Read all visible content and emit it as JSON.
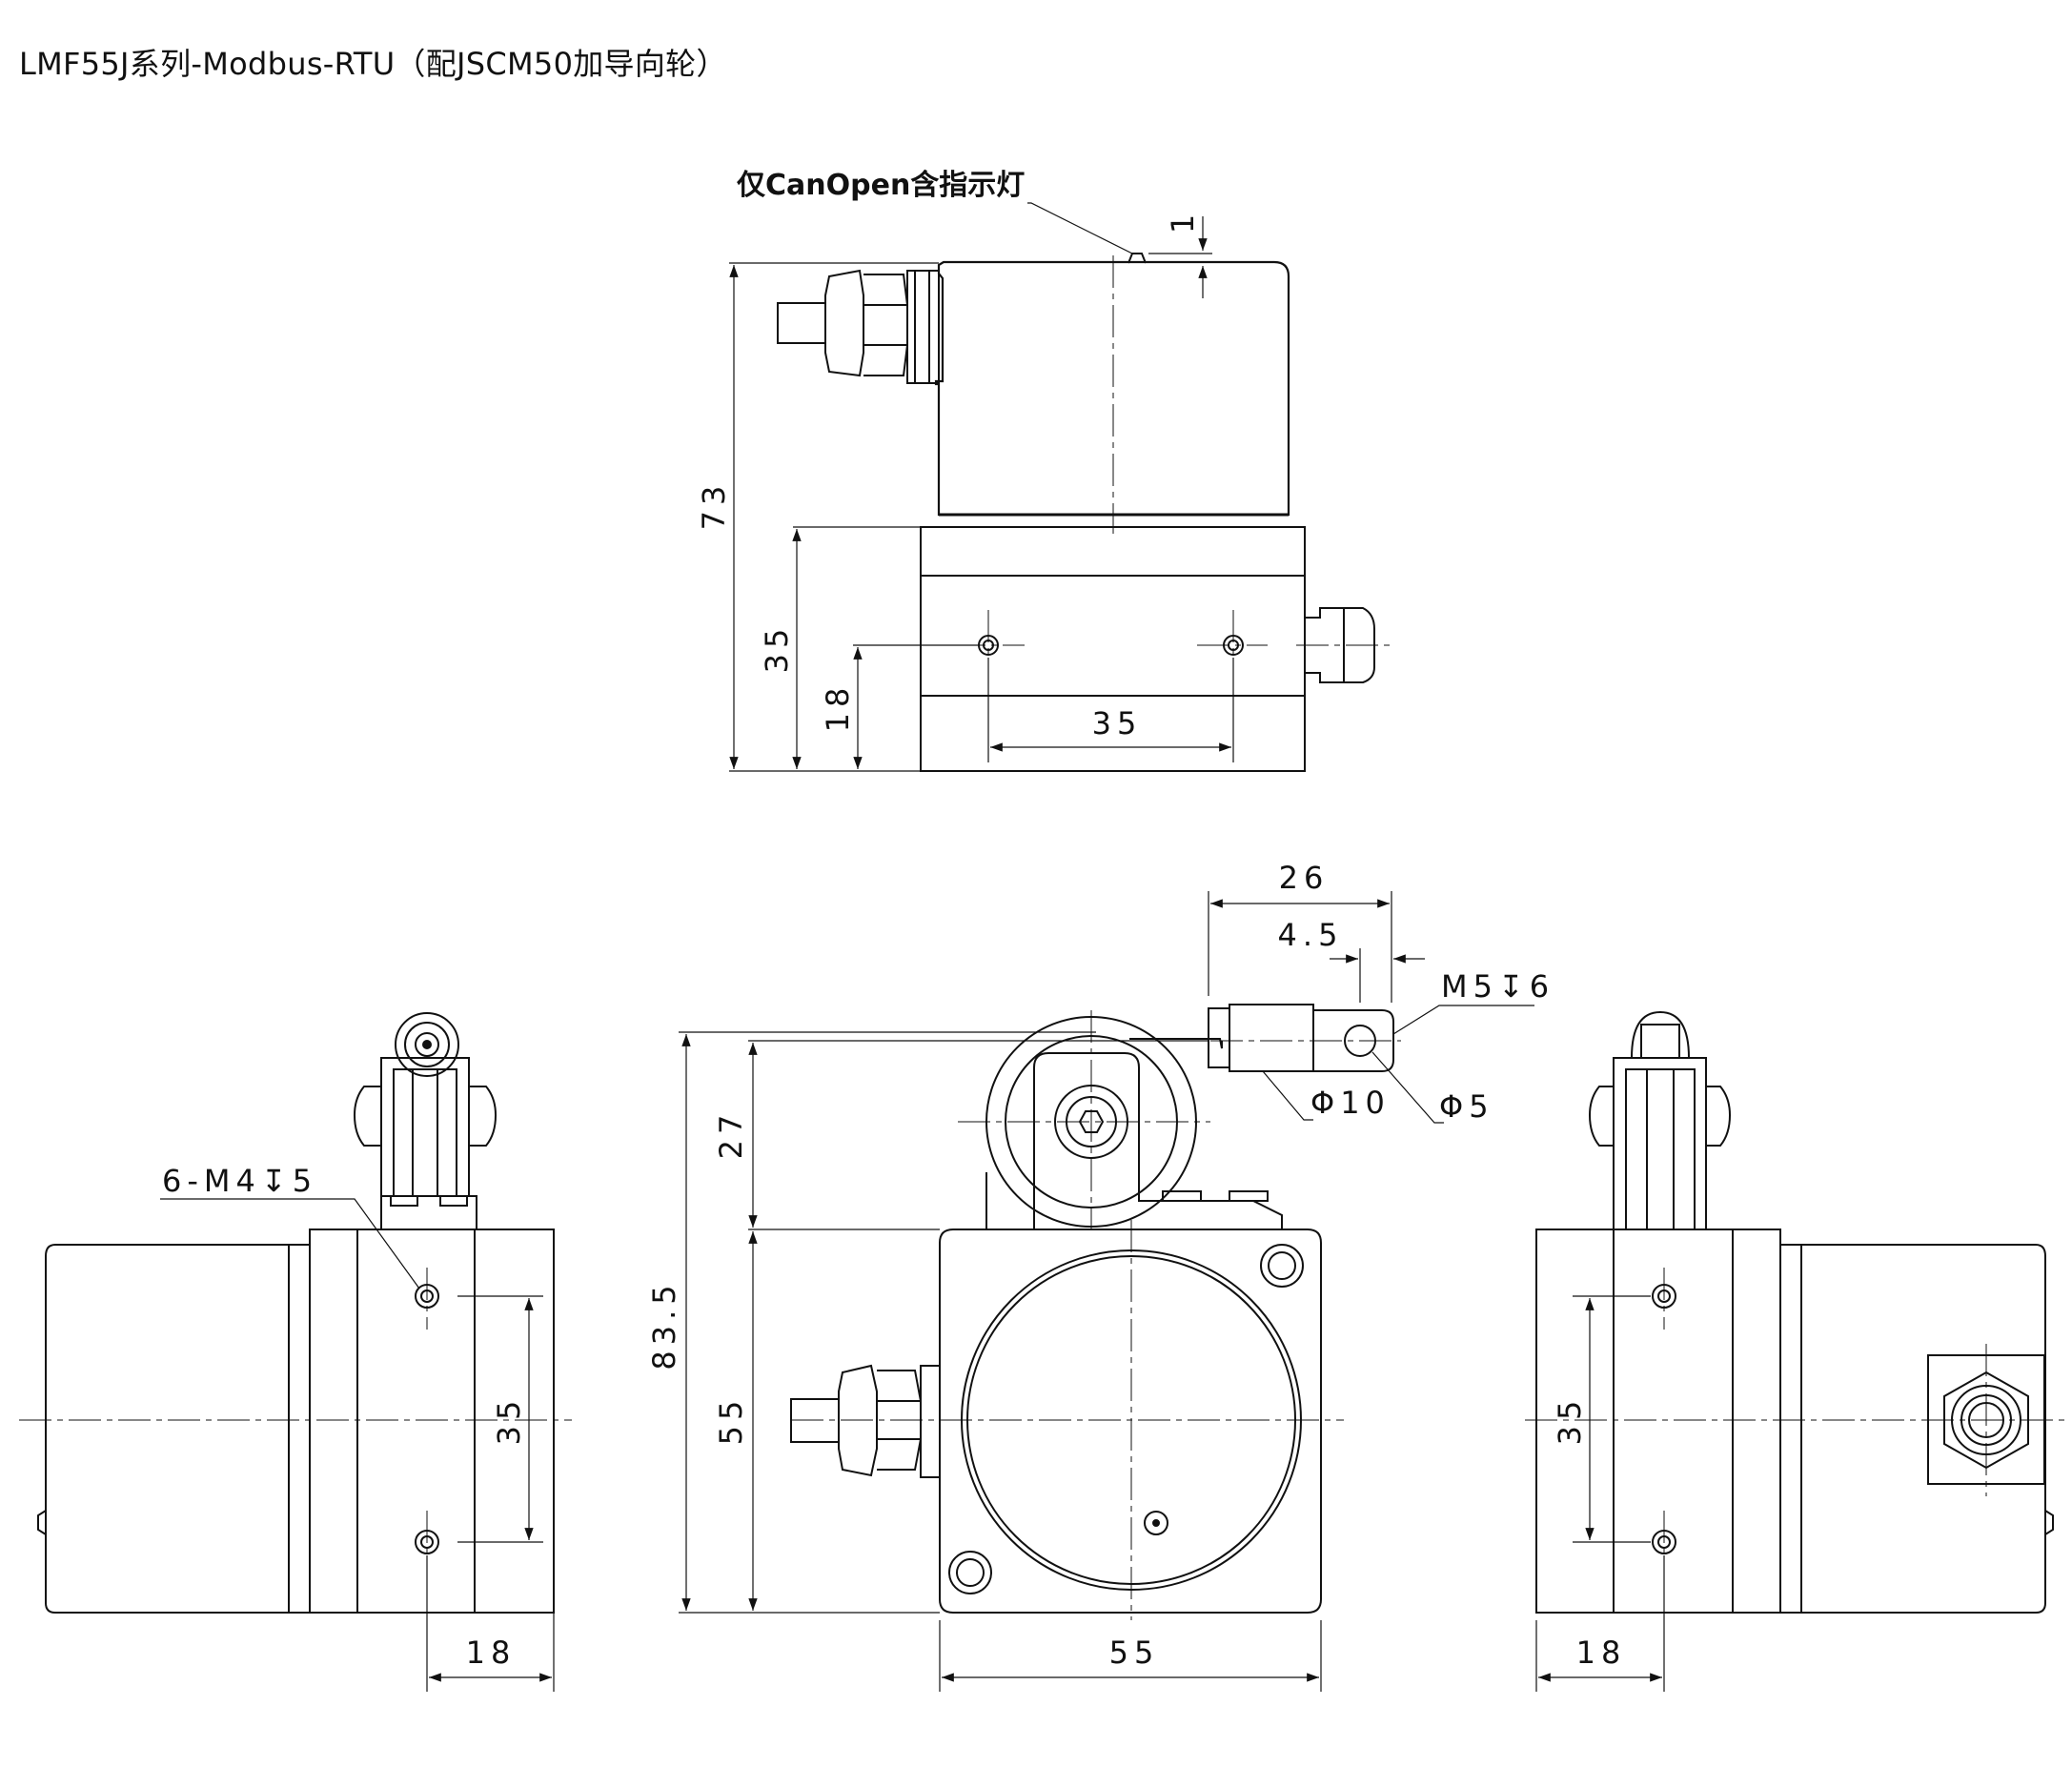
{
  "title": "LMF55J系列-Modbus-RTU（配JSCM50加导向轮）",
  "annotations": {
    "indicator_note": "仅CanOpen含指示灯",
    "thread_spec": "6-M4↧5",
    "cable_thread": "M5↧6",
    "dia_10": "Φ10",
    "dia_5": "Φ5"
  },
  "dimensions": {
    "top_view": {
      "overall_height": "73",
      "base_height": "35",
      "hole_height": "18",
      "hole_spacing": "35",
      "indicator_offset": "1"
    },
    "front_view": {
      "overall_height": "83.5",
      "wheel_height": "27",
      "body_height": "55",
      "body_width": "55",
      "clamp_length": "26",
      "clamp_offset": "4.5"
    },
    "left_view": {
      "hole_spacing": "35",
      "hole_offset": "18"
    },
    "right_view": {
      "hole_spacing": "35",
      "hole_offset": "18"
    }
  },
  "colors": {
    "line": "#111111",
    "background": "#ffffff"
  }
}
